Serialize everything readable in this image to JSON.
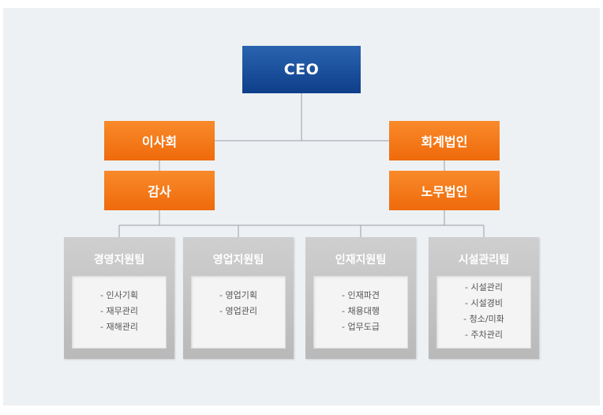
{
  "org": {
    "ceo": "CEO",
    "left_top": "이사회",
    "left_bottom": "감사",
    "right_top": "회계법인",
    "right_bottom": "노무법인"
  },
  "teams": [
    {
      "name": "경영지원팀",
      "items": [
        "- 인사기획",
        "- 재무관리",
        "- 재해관리"
      ]
    },
    {
      "name": "영업지원팀",
      "items": [
        "- 영업기획",
        "- 영업관리"
      ]
    },
    {
      "name": "인재지원팀",
      "items": [
        "- 인재파견",
        "- 채용대행",
        "- 업무도급"
      ]
    },
    {
      "name": "시설관리팀",
      "items": [
        "- 시설관리",
        "- 시설경비",
        "- 청소/미화",
        "- 주차관리"
      ]
    }
  ],
  "colors": {
    "ceo": "#1a4f9c",
    "orange": "#f47a1c",
    "team": "#c4c4c4",
    "line": "#9aa0a6"
  }
}
